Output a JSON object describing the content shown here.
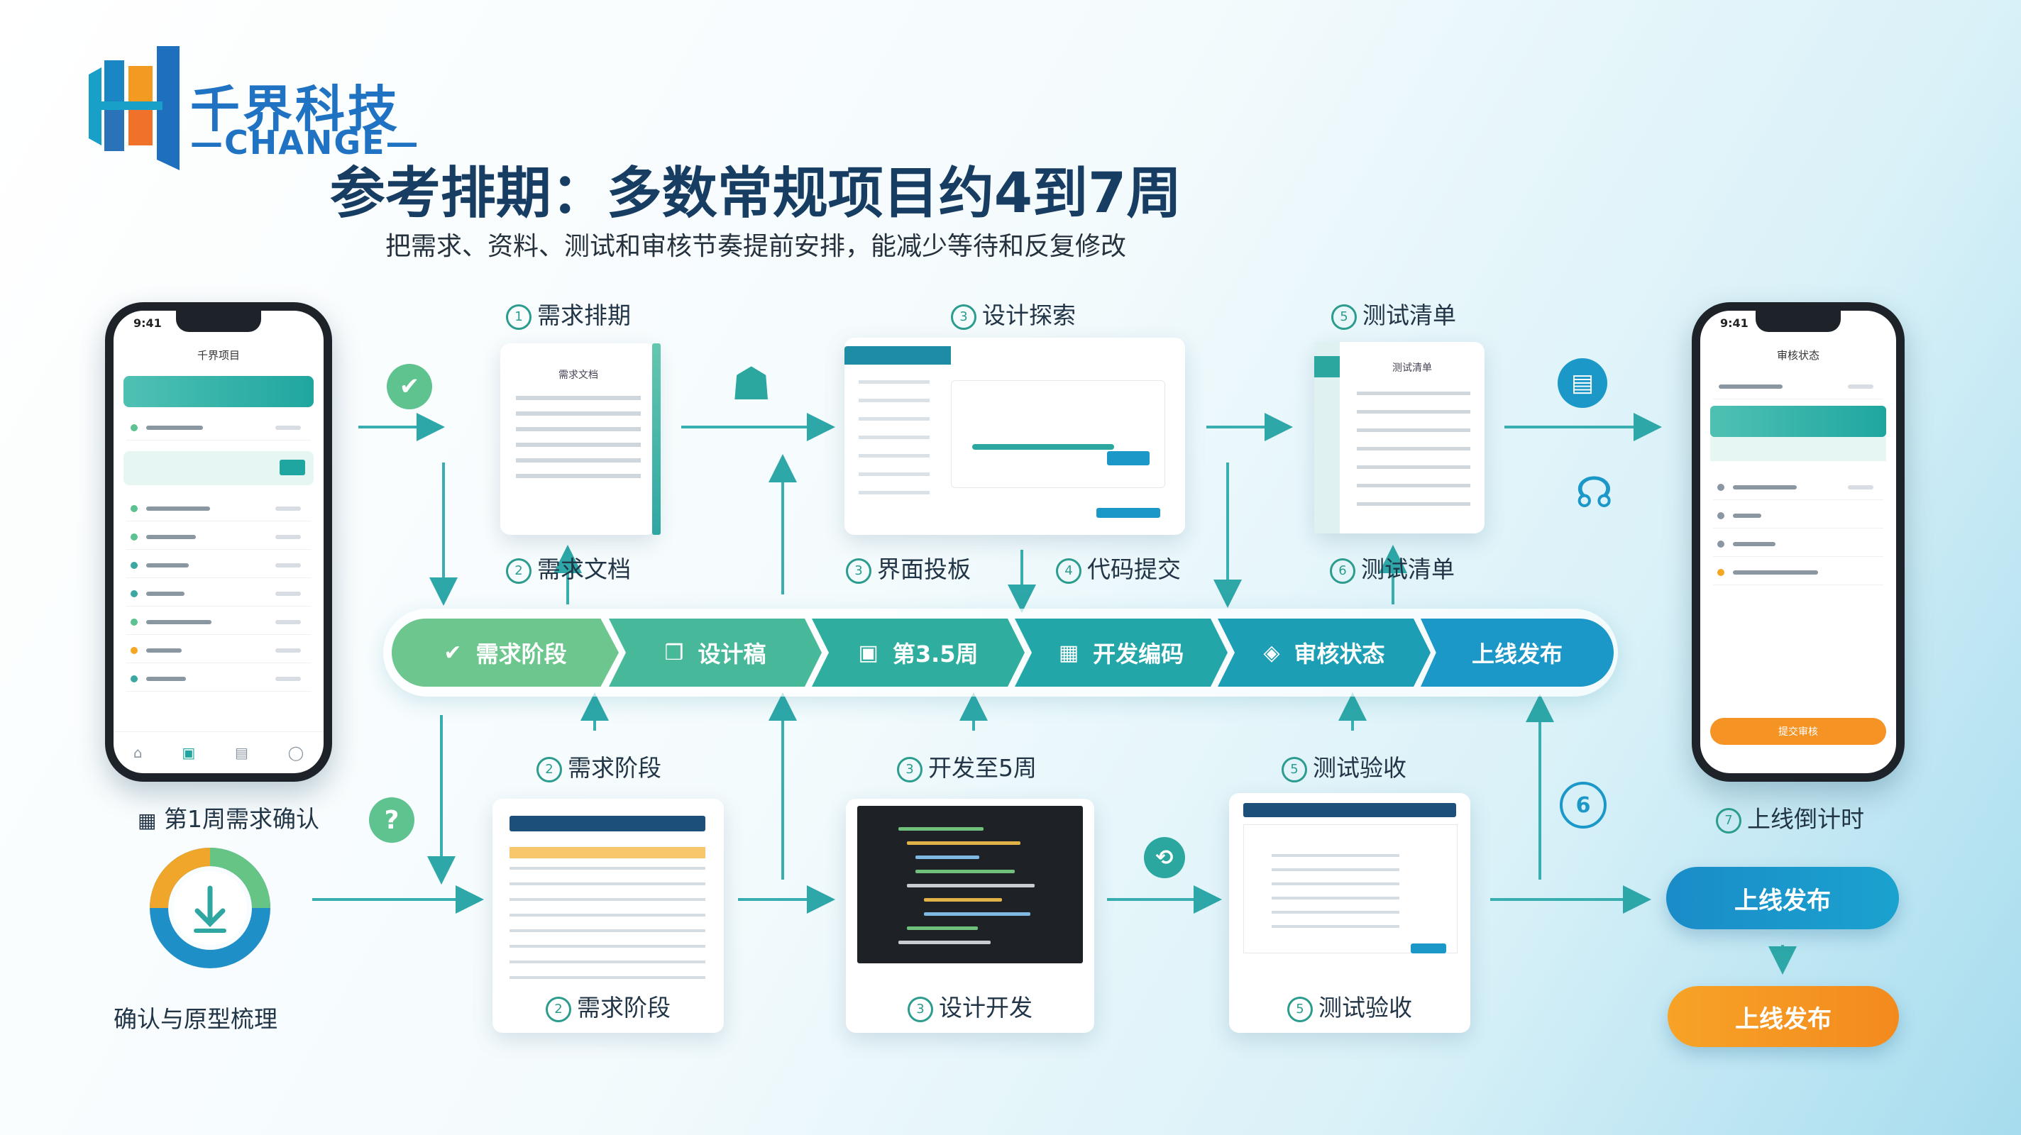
{
  "brand": {
    "name_cn": "千界科技",
    "name_en": "—CHANGE—"
  },
  "title": "参考排期：多数常规项目约4到7周",
  "subtitle": "把需求、资料、测试和审核节奏提前安排，能减少等待和反复修改",
  "colors": {
    "teal": "#2ba7a0",
    "green": "#5fc38f",
    "blue": "#1b97c8",
    "orange": "#f59324",
    "navy": "#173d63"
  },
  "top_labels": [
    {
      "num": "1",
      "text": "需求排期"
    },
    {
      "num": "3",
      "text": "设计探索"
    },
    {
      "num": "5",
      "text": "测试清单"
    }
  ],
  "mid_labels": [
    {
      "num": "2",
      "text": "需求文档"
    },
    {
      "num": "3",
      "text": "界面投板"
    },
    {
      "num": "4",
      "text": "代码提交"
    },
    {
      "num": "6",
      "text": "测试清单"
    }
  ],
  "pipeline": [
    {
      "icon": "check-icon",
      "glyph": "✔",
      "label": "需求阶段"
    },
    {
      "icon": "box-icon",
      "glyph": "❒",
      "label": "设计稿"
    },
    {
      "icon": "image-icon",
      "glyph": "▣",
      "label": "第3.5周"
    },
    {
      "icon": "grid-icon",
      "glyph": "▦",
      "label": "开发编码"
    },
    {
      "icon": "cube-icon",
      "glyph": "◈",
      "label": "审核状态"
    },
    {
      "icon": "",
      "glyph": "",
      "label": "上线发布"
    }
  ],
  "lower_labels": [
    {
      "num": "2",
      "text": "需求阶段"
    },
    {
      "num": "3",
      "text": "开发至5周"
    },
    {
      "num": "5",
      "text": "测试验收"
    }
  ],
  "bottom_labels": [
    {
      "num": "2",
      "text": "需求阶段"
    },
    {
      "num": "3",
      "text": "设计开发"
    },
    {
      "num": "5",
      "text": "测试验收"
    }
  ],
  "left_phone": {
    "status_time": "9:41",
    "title": "千界项目",
    "note": "第1周需求确认"
  },
  "left_bottom_caption": "确认与原型梳理",
  "right_phone": {
    "status_time": "9:41",
    "title": "审核状态",
    "button": "提交审核",
    "caption": "上线倒计时",
    "caption_num": "7"
  },
  "step_badge": "6",
  "buttons": {
    "launch_blue": "上线发布",
    "launch_orange": "上线发布"
  },
  "doc_card_title": "需求文档",
  "test_card_title": "测试清单"
}
